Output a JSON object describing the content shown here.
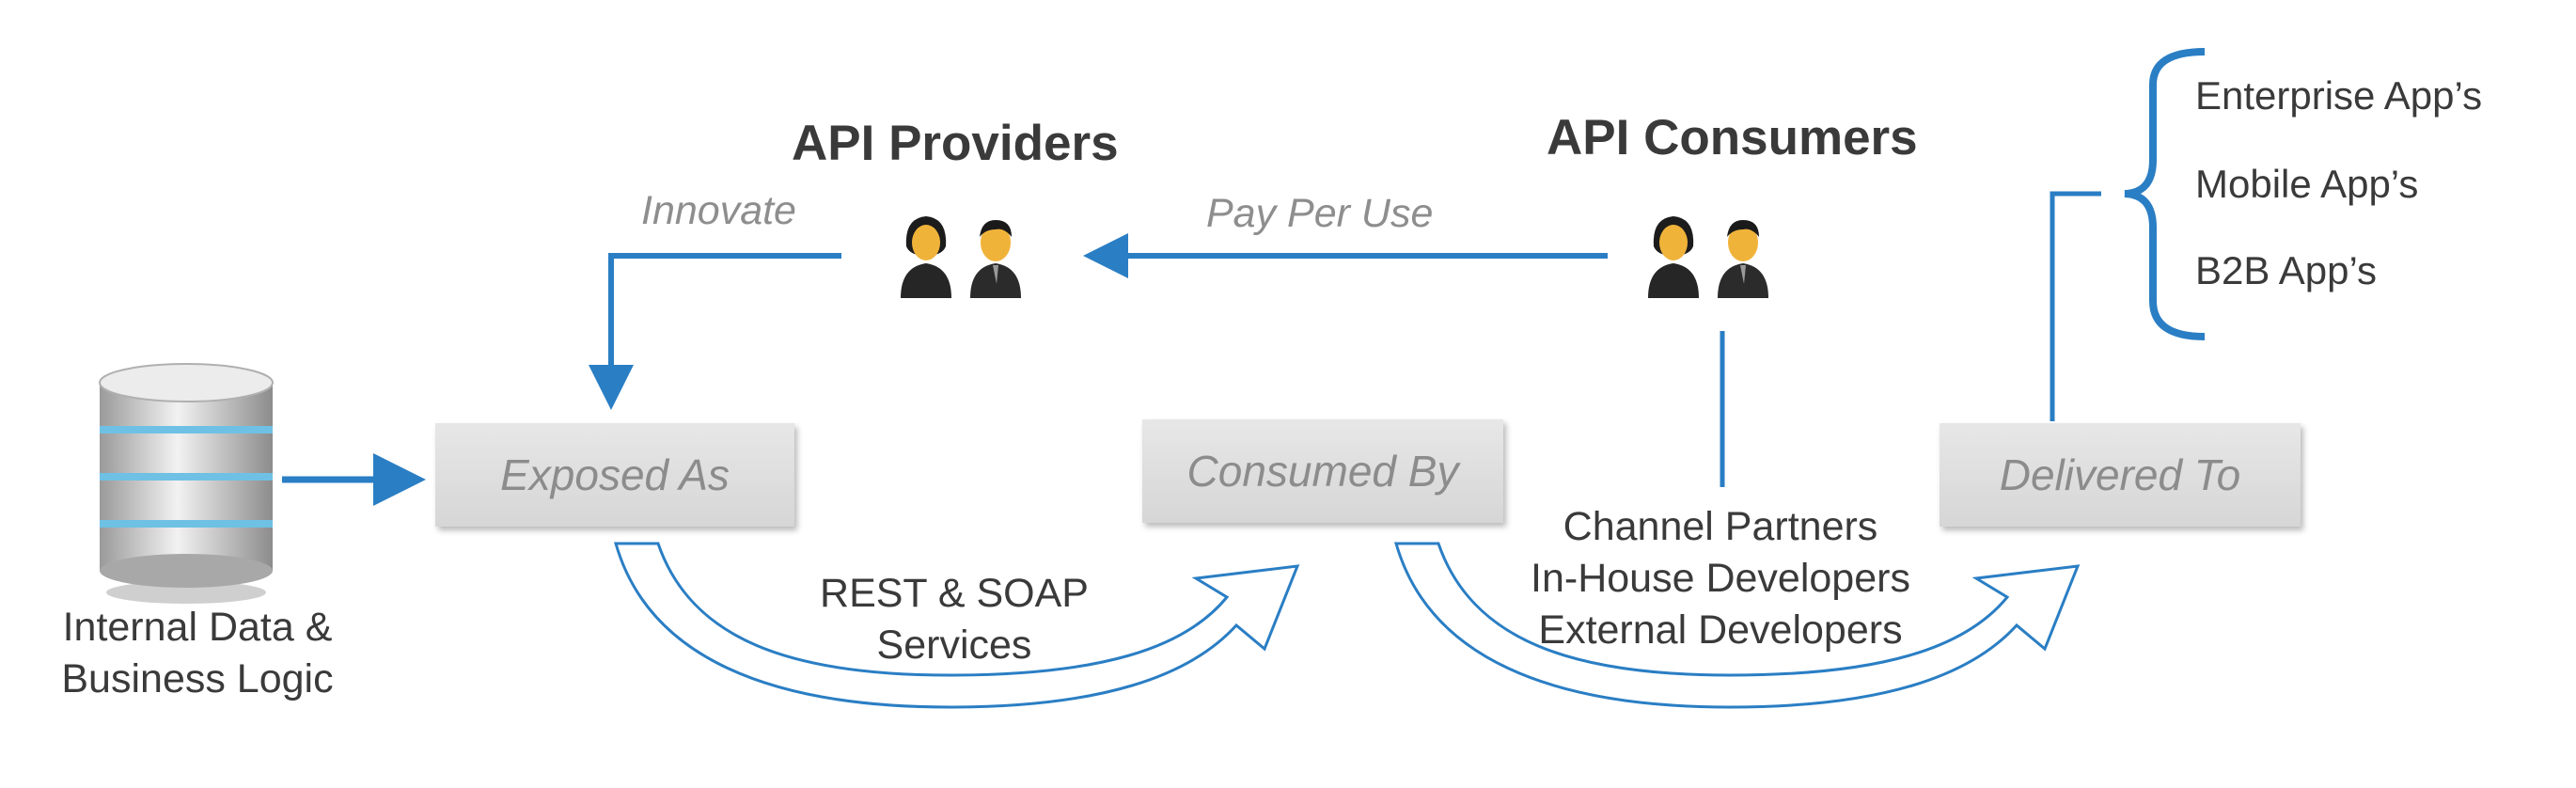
{
  "providers": {
    "heading": "API Providers",
    "action": "Innovate"
  },
  "consumers": {
    "heading": "API Consumers",
    "action": "Pay Per Use"
  },
  "stages": [
    "Exposed As",
    "Consumed By",
    "Delivered To"
  ],
  "source_label": [
    "Internal Data &",
    "Business Logic"
  ],
  "services_label": [
    "REST & SOAP",
    "Services"
  ],
  "consumer_types": [
    "Channel Partners",
    "In-House Developers",
    "External Developers"
  ],
  "apps": [
    "Enterprise App’s",
    "Mobile App’s",
    "B2B App’s"
  ],
  "colors": {
    "arrow": "#2a7ec4",
    "box": "#dcdcdc",
    "muted_text": "#8e8e8e"
  },
  "icons": [
    "database-icon",
    "female-person-icon",
    "male-person-icon"
  ]
}
